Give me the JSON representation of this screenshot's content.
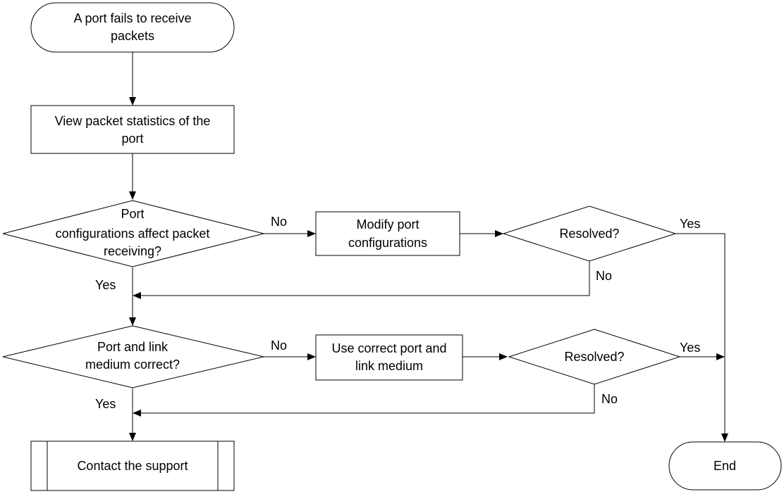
{
  "nodes": {
    "start": {
      "lines": [
        "A port fails to receive",
        "packets"
      ]
    },
    "view_stats": {
      "lines": [
        "View packet statistics of the",
        "port"
      ]
    },
    "decision_config": {
      "lines": [
        "Port",
        "configurations affect packet",
        "receiving?"
      ]
    },
    "modify_config": {
      "lines": [
        "Modify port",
        "configurations"
      ]
    },
    "resolved_1": {
      "lines": [
        "Resolved?"
      ]
    },
    "decision_medium": {
      "lines": [
        "Port and link",
        "medium correct?"
      ]
    },
    "use_correct_medium": {
      "lines": [
        "Use correct port and",
        "link medium"
      ]
    },
    "resolved_2": {
      "lines": [
        "Resolved?"
      ]
    },
    "contact_support": {
      "lines": [
        "Contact the support"
      ]
    },
    "end": {
      "lines": [
        "End"
      ]
    }
  },
  "edge_labels": {
    "config_no": "No",
    "config_yes": "Yes",
    "resolved1_yes": "Yes",
    "resolved1_no": "No",
    "medium_no": "No",
    "medium_yes": "Yes",
    "resolved2_yes": "Yes",
    "resolved2_no": "No"
  }
}
